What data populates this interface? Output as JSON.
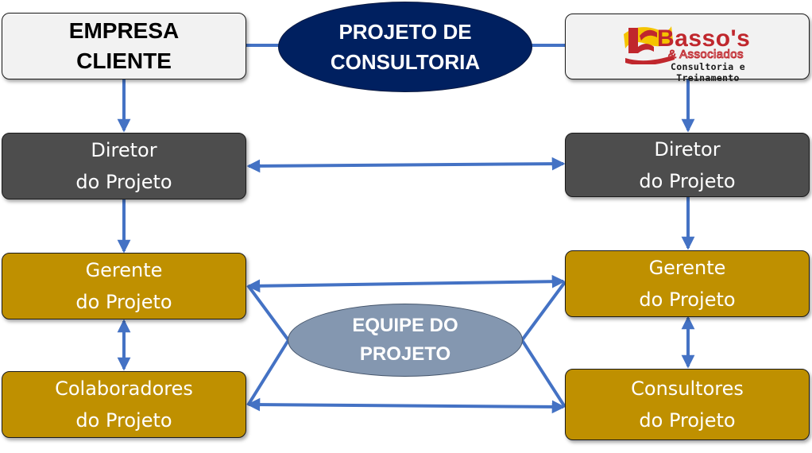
{
  "header": {
    "client_line1": "EMPRESA",
    "client_line2": "CLIENTE",
    "project_line1": "PROJETO DE",
    "project_line2": "CONSULTORIA"
  },
  "logo": {
    "name": "Basso's",
    "associates": "& Associados",
    "tagline": "Consultoria e Treinamento"
  },
  "left_column": {
    "director_line1": "Diretor",
    "director_line2": "do Projeto",
    "manager_line1": "Gerente",
    "manager_line2": "do Projeto",
    "collaborators_line1": "Colaboradores",
    "collaborators_line2": "do Projeto"
  },
  "right_column": {
    "director_line1": "Diretor",
    "director_line2": "do Projeto",
    "manager_line1": "Gerente",
    "manager_line2": "do Projeto",
    "consultants_line1": "Consultores",
    "consultants_line2": "do Projeto"
  },
  "team": {
    "line1": "EQUIPE DO",
    "line2": "PROJETO"
  },
  "colors": {
    "connector": "#4472c4",
    "client_box": "#f2f2f2",
    "director_box": "#4d4d4d",
    "gold_box": "#bf9000",
    "project_ellipse": "#002060",
    "team_ellipse": "#8497b0",
    "logo_red": "#c0272d",
    "logo_yellow": "#f5c400"
  }
}
